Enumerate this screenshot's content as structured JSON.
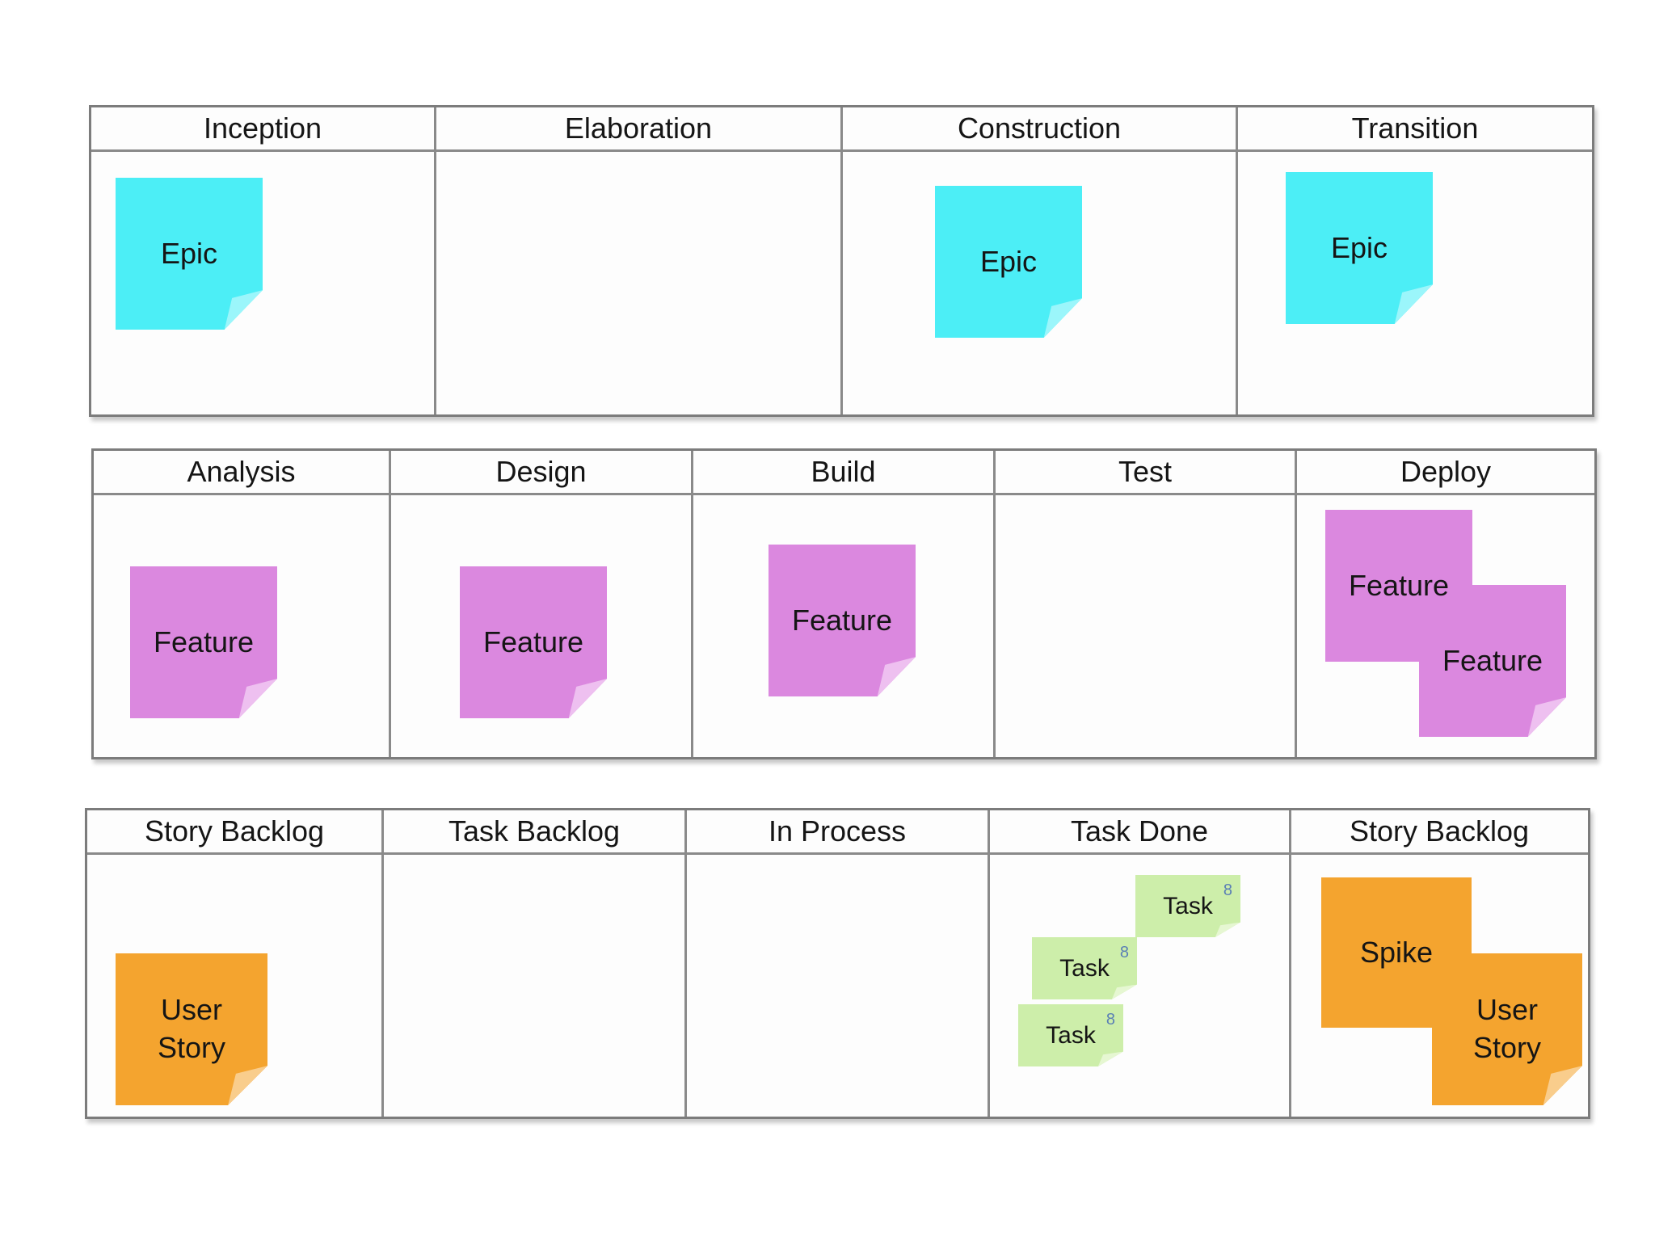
{
  "board1": {
    "columns": [
      "Inception",
      "Elaboration",
      "Construction",
      "Transition"
    ],
    "notes": [
      "Epic",
      "Epic",
      "Epic"
    ]
  },
  "board2": {
    "columns": [
      "Analysis",
      "Design",
      "Build",
      "Test",
      "Deploy"
    ],
    "notes": [
      "Feature",
      "Feature",
      "Feature",
      "Feature",
      "Feature"
    ]
  },
  "board3": {
    "columns": [
      "Story Backlog",
      "Task Backlog",
      "In Process",
      "Task Done",
      "Story Backlog"
    ],
    "user_story": "User\nStory",
    "tasks": [
      {
        "label": "Task",
        "number": "8"
      },
      {
        "label": "Task",
        "number": "8"
      },
      {
        "label": "Task",
        "number": "8"
      }
    ],
    "spike": "Spike",
    "user_story_2": "User\nStory"
  },
  "colors": {
    "epic": "#4ceef6",
    "feature": "#db88df",
    "story": "#f4a42f",
    "task": "#cdeeaa",
    "border": "#7c7c7c"
  }
}
